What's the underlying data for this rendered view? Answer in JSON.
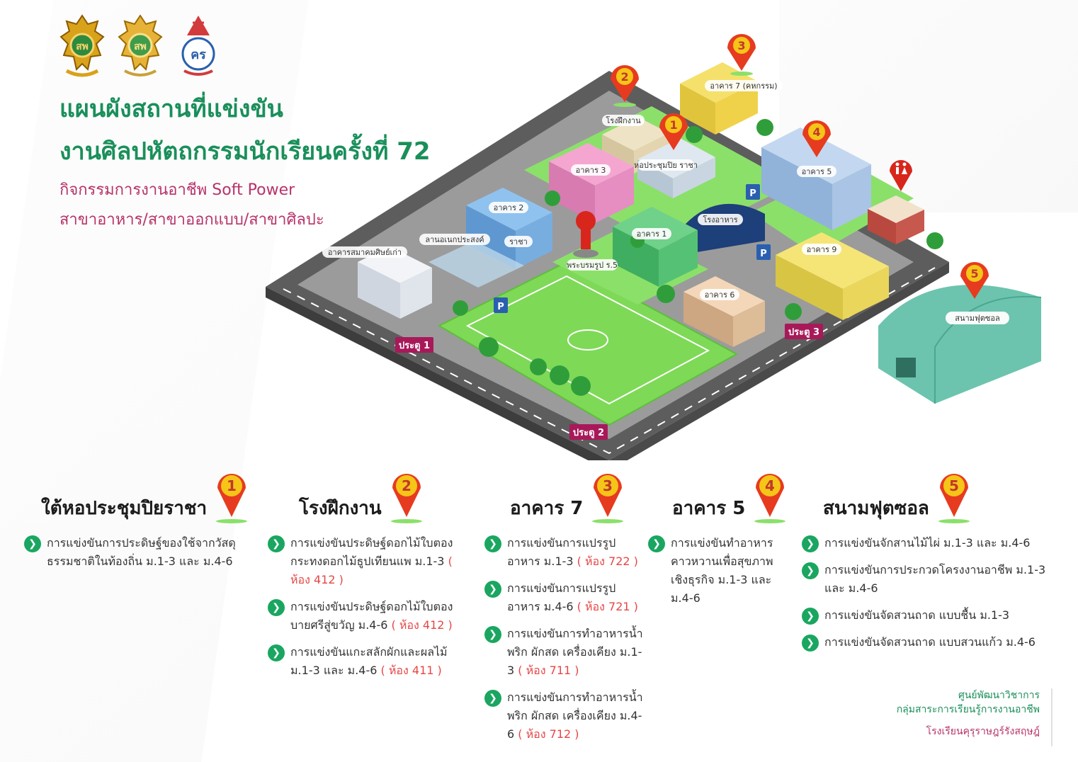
{
  "header": {
    "title_line1": "แผนผังสถานที่แข่งขัน",
    "title_line2": "งานศิลปหัตถกรรมนักเรียนครั้งที่ 72",
    "subtitle_line1": "กิจกรรมการงานอาชีพ Soft Power",
    "subtitle_line2": "สาขาอาหาร/สาขาออกแบบ/สาขาศิลปะ",
    "logos": [
      "emblem-obec-icon",
      "emblem-esa-icon",
      "emblem-school-icon"
    ]
  },
  "map": {
    "buildings": {
      "building7": "อาคาร 7 (คหกรรม)",
      "workshop": "โรงฝึกงาน",
      "hall": "หอประชุมปิย ราชา",
      "building3": "อาคาร 3",
      "building5": "อาคาร 5",
      "building2": "อาคาร 2",
      "courtyard": "ลานอเนกประสงค์",
      "racha": "ราชา",
      "alumni": "อาคารสมาคมศิษย์เก่า",
      "canteen": "โรงอาหาร",
      "building1": "อาคาร 1",
      "statue": "พระบรมรูป ร.5",
      "building9": "อาคาร 9",
      "building6": "อาคาร 6",
      "futsal": "สนามฟุตซอล"
    },
    "gates": {
      "gate1": "ประตู 1",
      "gate2": "ประตู 2",
      "gate3": "ประตู 3"
    },
    "parking": "P",
    "pins": [
      "1",
      "2",
      "3",
      "4",
      "5"
    ],
    "colors": {
      "grass": "#7ed957",
      "road": "#6b6b6b",
      "pin": "#e63b1f",
      "pin_inner": "#f5c518",
      "gate": "#a8195a"
    }
  },
  "locations": [
    {
      "number": "1",
      "title": "ใต้หอประชุมปิยราชา",
      "items": [
        {
          "text": "การแข่งขันการประดิษฐ์ของใช้จากวัสดุธรรมชาติในท้องถิ่น ม.1-3 และ ม.4-6",
          "room": ""
        }
      ]
    },
    {
      "number": "2",
      "title": "โรงฝึกงาน",
      "items": [
        {
          "text": "การแข่งขันประดิษฐ์ดอกไม้ใบตองกระทงดอกไม้ธูปเทียนแพ ม.1-3",
          "room": "( ห้อง 412 )"
        },
        {
          "text": "การแข่งขันประดิษฐ์ดอกไม้ใบตองบายศรีสู่ขวัญ ม.4-6",
          "room": "( ห้อง 412 )"
        },
        {
          "text": "การแข่งขันแกะสลักผักและผลไม้ ม.1-3 และ ม.4-6",
          "room": "( ห้อง 411 )"
        }
      ]
    },
    {
      "number": "3",
      "title": "อาคาร 7",
      "items": [
        {
          "text": "การแข่งขันการแปรรูปอาหาร ม.1-3",
          "room": "( ห้อง 722 )"
        },
        {
          "text": "การแข่งขันการแปรรูปอาหาร ม.4-6",
          "room": "( ห้อง 721 )"
        },
        {
          "text": "การแข่งขันการทำอาหารน้ำพริก ผักสด เครื่องเคียง ม.1-3",
          "room": "( ห้อง 711 )"
        },
        {
          "text": "การแข่งขันการทำอาหารน้ำพริก ผักสด เครื่องเคียง ม.4-6",
          "room": "( ห้อง 712 )"
        }
      ]
    },
    {
      "number": "4",
      "title": "อาคาร 5",
      "items": [
        {
          "text": "การแข่งขันทำอาหารคาวหวานเพื่อสุขภาพเชิงธุรกิจ ม.1-3 และ ม.4-6",
          "room": ""
        }
      ]
    },
    {
      "number": "5",
      "title": "สนามฟุตซอล",
      "items": [
        {
          "text": "การแข่งขันจักสานไม้ไผ่ ม.1-3 และ ม.4-6",
          "room": ""
        },
        {
          "text": "การแข่งขันการประกวดโครงงานอาชีพ ม.1-3 และ ม.4-6",
          "room": ""
        },
        {
          "text": "การแข่งขันจัดสวนถาด แบบชื้น ม.1-3",
          "room": ""
        },
        {
          "text": "การแข่งขันจัดสวนถาด แบบสวนแก้ว ม.4-6",
          "room": ""
        }
      ]
    }
  ],
  "footer": {
    "line1": "ศูนย์พัฒนาวิชาการ",
    "line2": "กลุ่มสาระการเรียนรู้การงานอาชีพ",
    "line3": "โรงเรียนคุรุราษฎร์รังสฤษฎ์"
  }
}
